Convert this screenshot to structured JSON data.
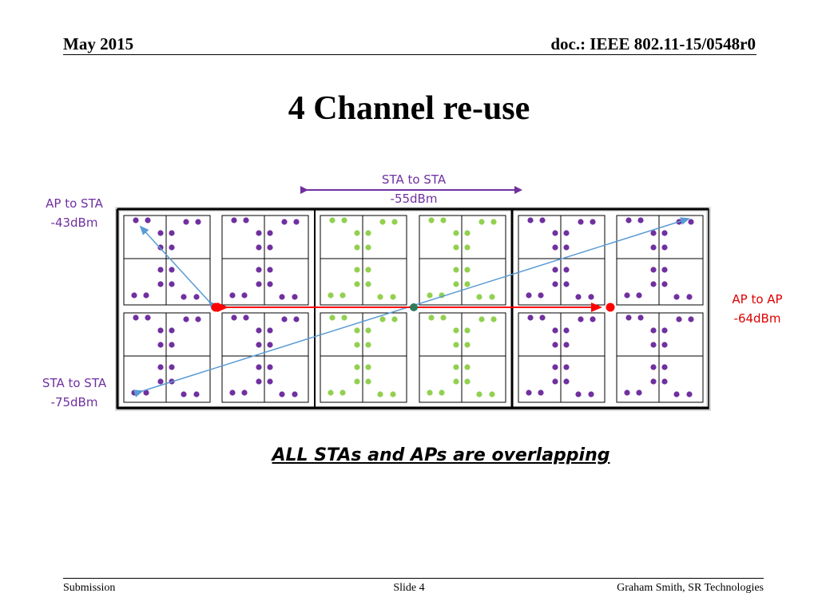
{
  "header": {
    "date": "May 2015",
    "doc": "doc.: IEEE 802.11-15/0548r0"
  },
  "title": "4 Channel re-use",
  "labels": {
    "sta_to_sta_top": {
      "line1": "STA to STA",
      "line2": "-55dBm"
    },
    "ap_to_sta": {
      "line1": "AP to STA",
      "line2": "-43dBm"
    },
    "ap_to_ap": {
      "line1": "AP to AP",
      "line2": "-64dBm"
    },
    "sta_to_sta_bottom": {
      "line1": "STA to STA",
      "line2": "-75dBm"
    }
  },
  "caption": "ALL STAs and APs are overlapping",
  "footer": {
    "submission": "Submission",
    "slide": "Slide 4",
    "author": "Graham Smith, SR Technologies"
  },
  "colors": {
    "purple": "#7030a0",
    "green": "#92d050",
    "red": "#ff0000",
    "blue": "#5b9bd5",
    "ap_green": "#2e7d5b"
  },
  "bss_colors": [
    "purple",
    "purple",
    "green",
    "green",
    "purple",
    "purple"
  ]
}
